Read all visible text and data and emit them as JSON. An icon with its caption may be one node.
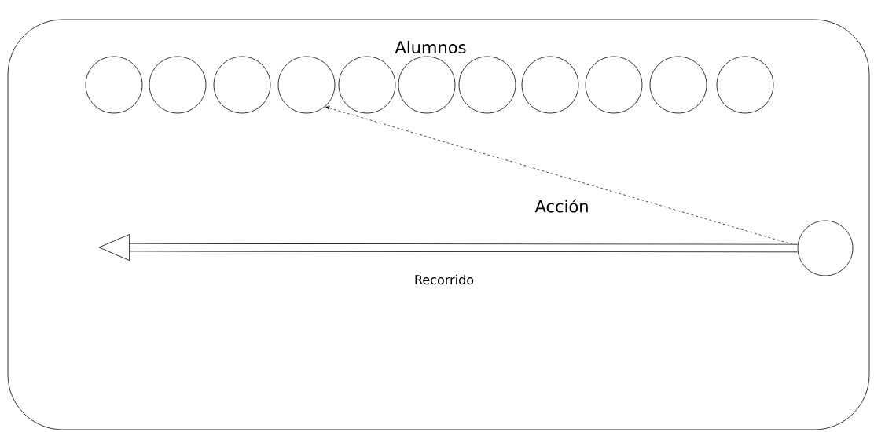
{
  "diagram": {
    "nodes": [
      {
        "text": [],
        "shape": "box"
      },
      {
        "text": [],
        "shape": "circle",
        "in": 0
      },
      {
        "text": [],
        "shape": "circle",
        "in": 0
      },
      {
        "text": [],
        "shape": "circle",
        "in": 0
      },
      {
        "text": [],
        "shape": "circle",
        "in": 0
      },
      {
        "text": [],
        "shape": "circle",
        "in": 0
      },
      {
        "text": [],
        "shape": "circle",
        "in": 0
      },
      {
        "text": [],
        "shape": "circle",
        "in": 0
      },
      {
        "text": [],
        "shape": "circle",
        "in": 0
      },
      {
        "text": [],
        "shape": "circle",
        "in": 0
      },
      {
        "text": [],
        "shape": "circle",
        "in": 0
      },
      {
        "text": [],
        "shape": "circle",
        "in": 0
      },
      {
        "text": [],
        "shape": "circle",
        "in": 0
      }
    ],
    "edges": [
      {
        "from": 12,
        "to": 4,
        "arrow": "to",
        "style": "dashed",
        "label": "Acción"
      },
      {
        "from": 12,
        "to": null,
        "arrow": "to",
        "style": "thick",
        "label": "Recorrido"
      }
    ],
    "labels": [
      "Alumnos"
    ]
  }
}
